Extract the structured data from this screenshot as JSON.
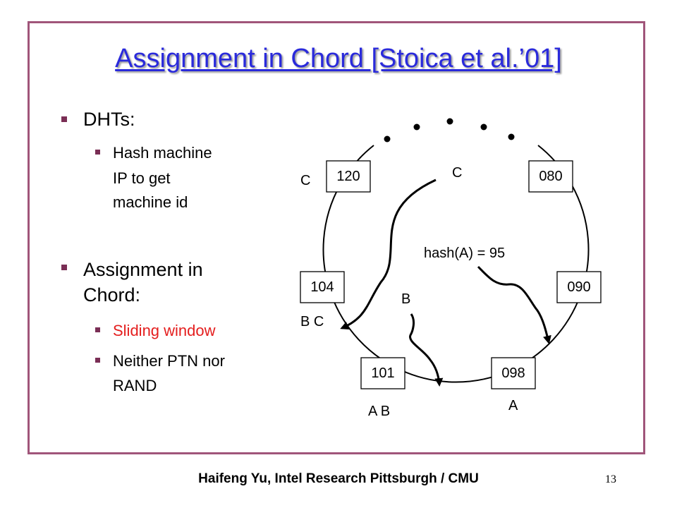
{
  "slide": {
    "title": "Assignment in Chord [Stoica et al.’01]",
    "footer": "Haifeng Yu, Intel Research Pittsburgh / CMU",
    "page_number": "13"
  },
  "bullets": {
    "dhts": "DHTs:",
    "hash_line1": "Hash machine",
    "hash_line2": "IP to get",
    "hash_line3": "machine id",
    "assign_line1": "Assignment in",
    "assign_line2": "Chord:",
    "sliding": "Sliding window",
    "neither_line1": "Neither PTN nor",
    "neither_line2": "RAND"
  },
  "colors": {
    "title": "#2a2adb",
    "frame": "#a0557a",
    "bullet": "#7a2e55",
    "highlight": "#e41e1e"
  },
  "diagram": {
    "nodes": {
      "n120": "120",
      "n080": "080",
      "n104": "104",
      "n090": "090",
      "n101": "101",
      "n098": "098"
    },
    "labels": {
      "c_at_120": "C",
      "c_top": "C",
      "hash": "hash(A) = 95",
      "b_mid": "B",
      "bc_at_104": "B C",
      "ab_at_101": "A B",
      "a_at_098": "A"
    }
  }
}
